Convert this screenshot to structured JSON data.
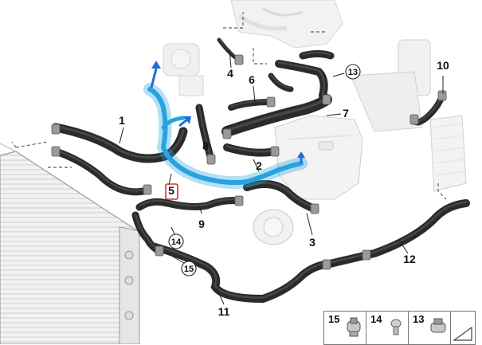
{
  "diagram": {
    "callouts": [
      {
        "id": "1",
        "text": "1"
      },
      {
        "id": "2",
        "text": "2"
      },
      {
        "id": "3",
        "text": "3"
      },
      {
        "id": "4",
        "text": "4"
      },
      {
        "id": "5",
        "text": "5"
      },
      {
        "id": "6",
        "text": "6"
      },
      {
        "id": "7",
        "text": "7"
      },
      {
        "id": "8",
        "text": "8"
      },
      {
        "id": "9",
        "text": "9"
      },
      {
        "id": "10",
        "text": "10"
      },
      {
        "id": "11",
        "text": "11"
      },
      {
        "id": "12",
        "text": "12"
      }
    ],
    "circled_callouts": [
      {
        "id": "13",
        "text": "13"
      },
      {
        "id": "14",
        "text": "14"
      },
      {
        "id": "15",
        "text": "15"
      }
    ],
    "highlighted_part": "5",
    "highlight_color": "#29a3e0",
    "hose_color": "#2b2b2b"
  },
  "legend": {
    "items": [
      {
        "number": "15",
        "icon": "spring-clamp-icon"
      },
      {
        "number": "14",
        "icon": "plug-icon"
      },
      {
        "number": "13",
        "icon": "clamp-icon"
      }
    ]
  }
}
